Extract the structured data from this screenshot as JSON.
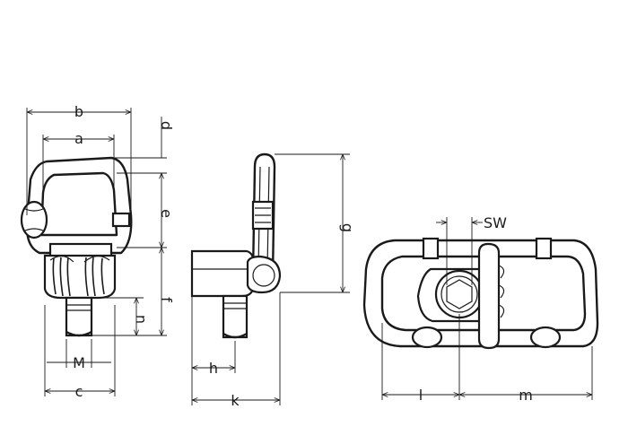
{
  "drawing": {
    "labels": {
      "a": "a",
      "b": "b",
      "c": "c",
      "d": "d",
      "e": "e",
      "f": "f",
      "g": "g",
      "h": "h",
      "k": "k",
      "l": "l",
      "m": "m",
      "n": "n",
      "M": "M",
      "SW": "SW"
    }
  }
}
